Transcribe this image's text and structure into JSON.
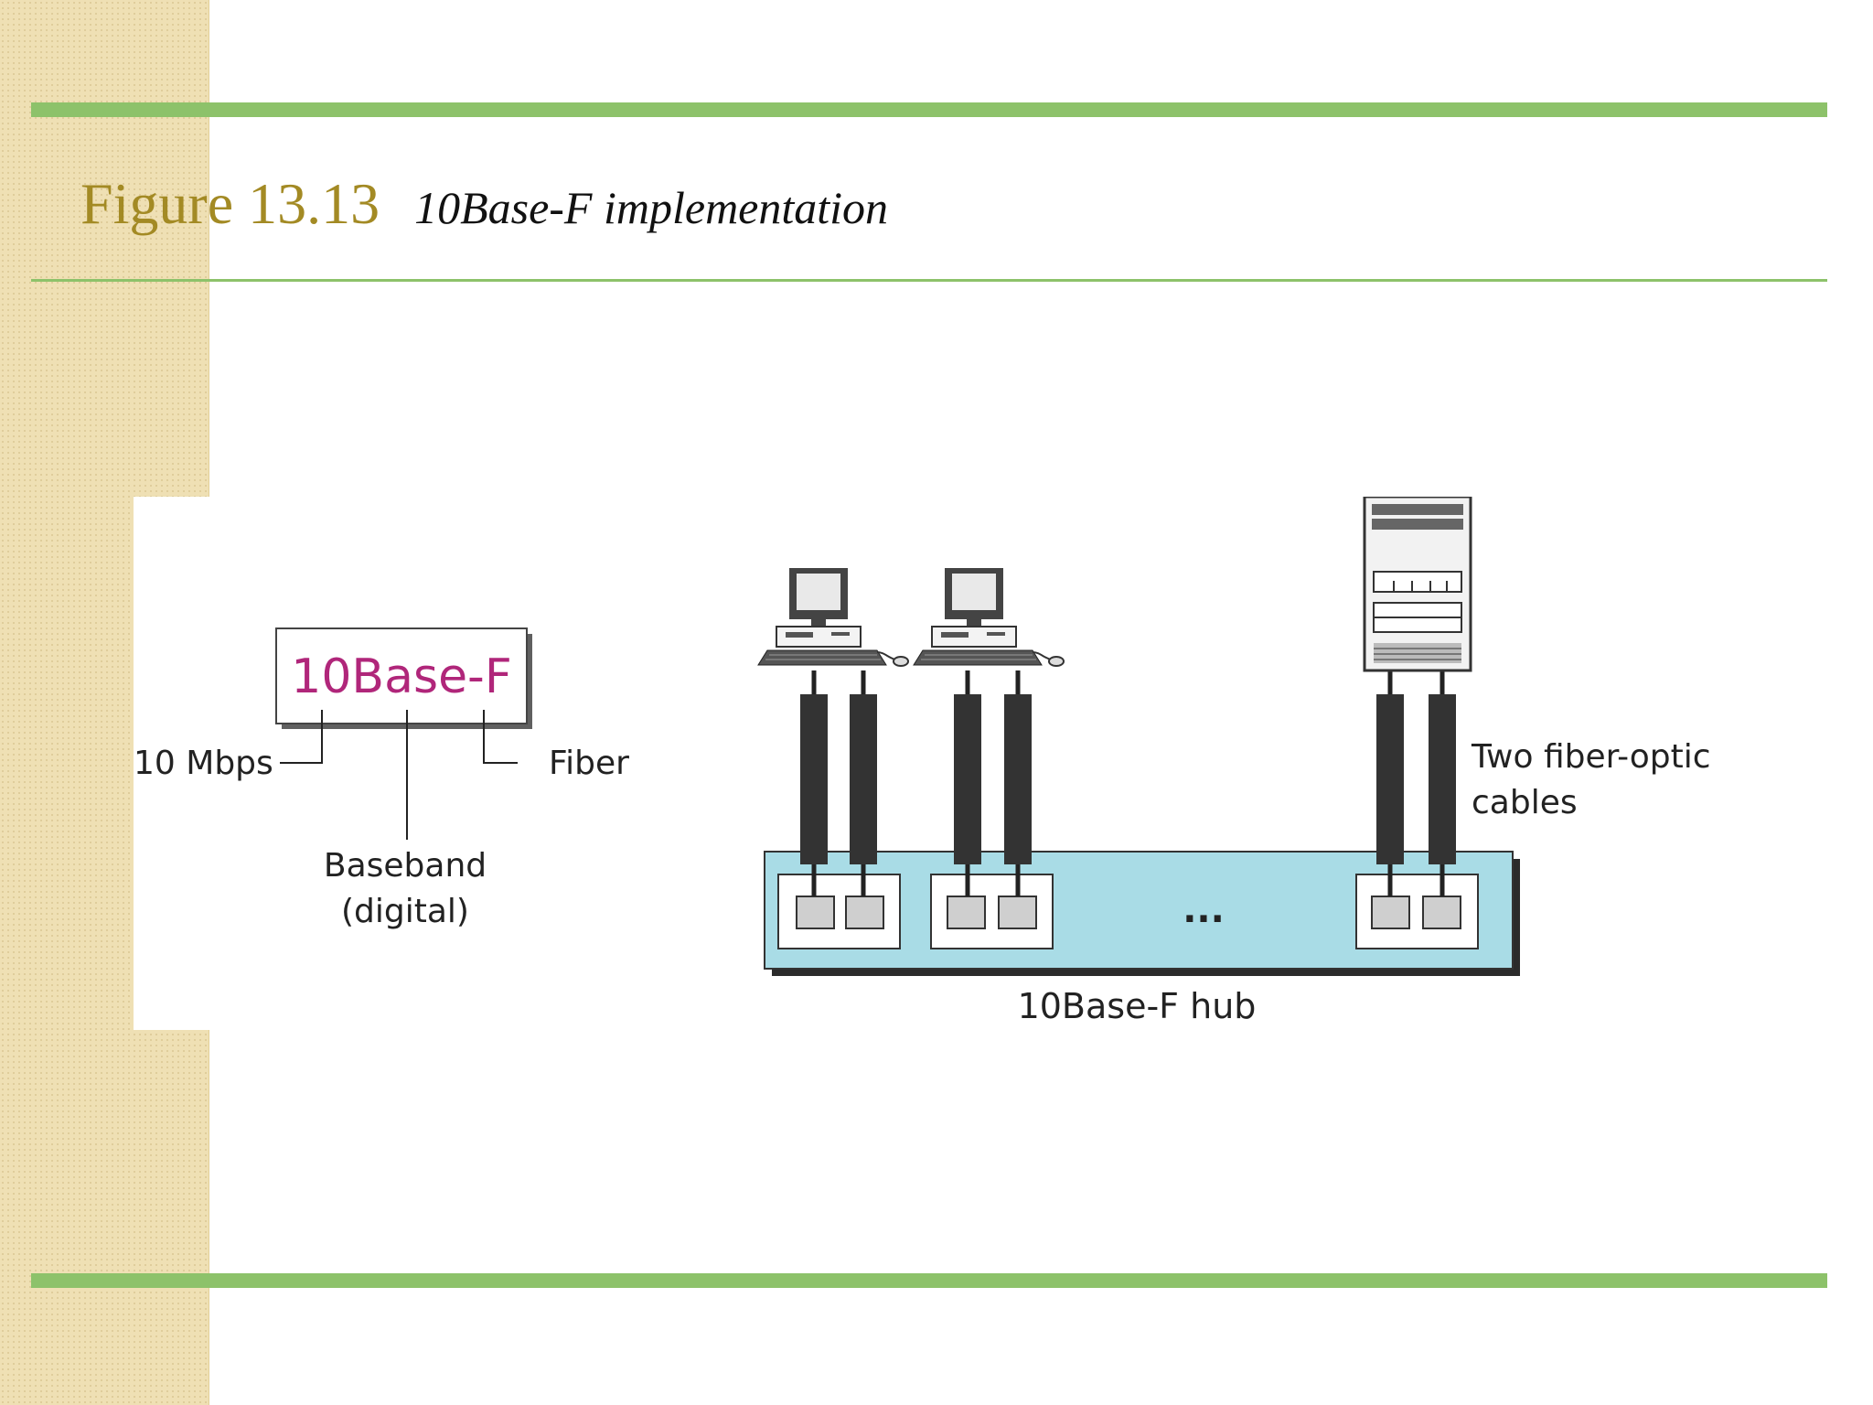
{
  "slide": {
    "figure_number": "Figure 13.13",
    "figure_caption": "10Base-F implementation"
  },
  "diagram": {
    "name_box": "10Base-F",
    "label_rate": "10 Mbps",
    "label_signal_line1": "Baseband",
    "label_signal_line2": "(digital)",
    "label_medium": "Fiber",
    "cables_line1": "Two fiber-optic",
    "cables_line2": "cables",
    "ellipsis": "...",
    "hub_label": "10Base-F  hub"
  },
  "colors": {
    "rule": "#8dc26a",
    "sidebar": "#efe0b4",
    "figure_number": "#a38a24",
    "name_box_text": "#b0267a",
    "hub_fill": "#a9dce6",
    "cable": "#333333"
  }
}
